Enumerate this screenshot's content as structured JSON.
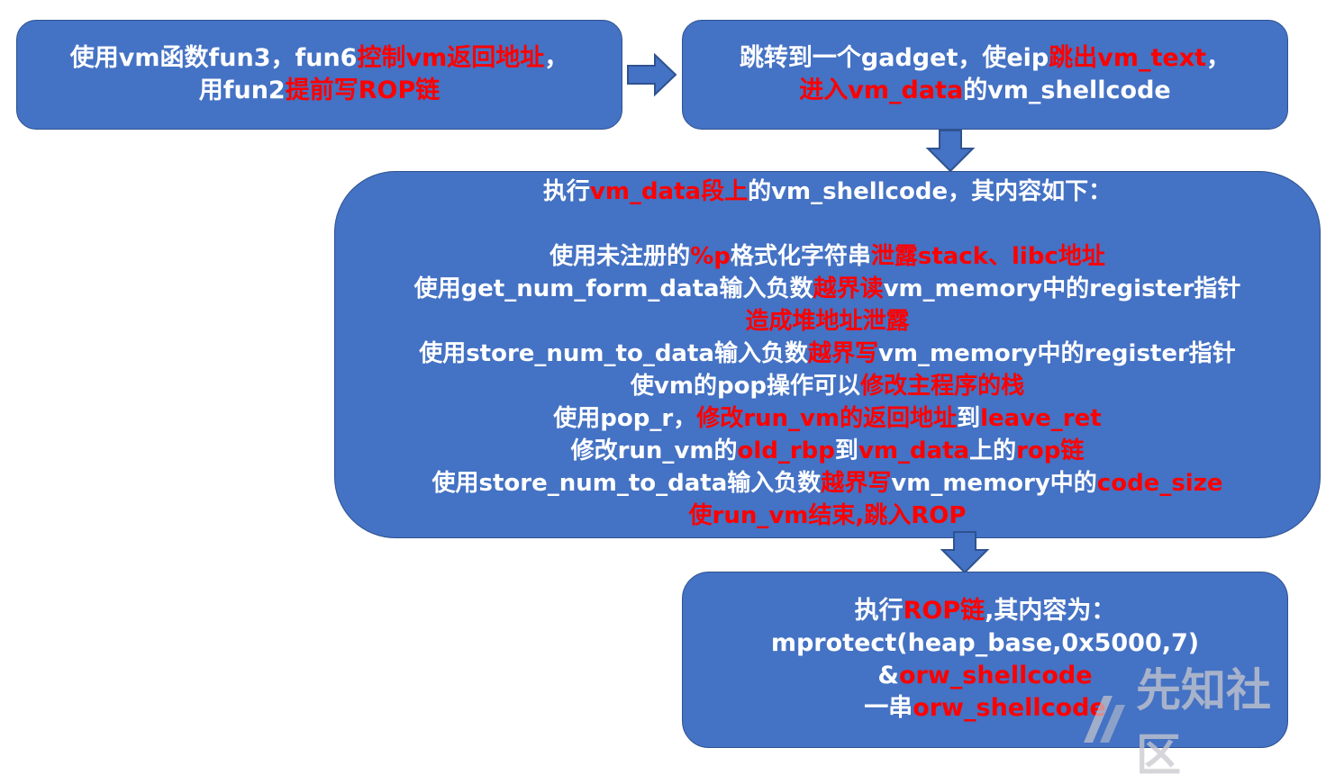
{
  "boxes": [
    {
      "lines": [
        [
          {
            "t": "使用vm函数fun3，fun6",
            "hl": false
          },
          {
            "t": "控制vm返回地址",
            "hl": true
          },
          {
            "t": "，",
            "hl": false
          }
        ],
        [
          {
            "t": "用fun2",
            "hl": false
          },
          {
            "t": "提前写ROP链",
            "hl": true
          }
        ]
      ]
    },
    {
      "lines": [
        [
          {
            "t": "跳转到一个gadget，使eip",
            "hl": false
          },
          {
            "t": "跳出vm_text",
            "hl": true
          },
          {
            "t": "，",
            "hl": false
          }
        ],
        [
          {
            "t": "进入vm_data",
            "hl": true
          },
          {
            "t": "的vm_shellcode",
            "hl": false
          }
        ]
      ]
    },
    {
      "lines": [
        [
          {
            "t": "执行",
            "hl": false
          },
          {
            "t": "vm_data段上",
            "hl": true
          },
          {
            "t": "的vm_shellcode，其内容如下：",
            "hl": false
          }
        ],
        [],
        [
          {
            "t": "使用未注册的",
            "hl": false
          },
          {
            "t": "%p",
            "hl": true
          },
          {
            "t": "格式化字符串",
            "hl": false
          },
          {
            "t": "泄露stack、libc地址",
            "hl": true
          }
        ],
        [
          {
            "t": "使用get_num_form_data输入负数",
            "hl": false
          },
          {
            "t": "越界读",
            "hl": true
          },
          {
            "t": "vm_memory中的register指针",
            "hl": false
          }
        ],
        [
          {
            "t": "造成堆地址泄露",
            "hl": true
          }
        ],
        [
          {
            "t": "使用store_num_to_data输入负数",
            "hl": false
          },
          {
            "t": "越界写",
            "hl": true
          },
          {
            "t": "vm_memory中的register指针",
            "hl": false
          }
        ],
        [
          {
            "t": "使vm的pop操作可以",
            "hl": false
          },
          {
            "t": "修改主程序的栈",
            "hl": true
          }
        ],
        [
          {
            "t": "使用pop_r，",
            "hl": false
          },
          {
            "t": "修改run_vm的返回地址",
            "hl": true
          },
          {
            "t": "到",
            "hl": false
          },
          {
            "t": "leave_ret",
            "hl": true
          }
        ],
        [
          {
            "t": "修改run_vm的",
            "hl": false
          },
          {
            "t": "old_rbp",
            "hl": true
          },
          {
            "t": "到",
            "hl": false
          },
          {
            "t": "vm_data",
            "hl": true
          },
          {
            "t": "上的",
            "hl": false
          },
          {
            "t": "rop链",
            "hl": true
          }
        ],
        [
          {
            "t": "使用store_num_to_data输入负数",
            "hl": false
          },
          {
            "t": "越界写",
            "hl": true
          },
          {
            "t": "vm_memory中的",
            "hl": false
          },
          {
            "t": "code_size",
            "hl": true
          }
        ],
        [
          {
            "t": "使run_vm结束,跳入ROP",
            "hl": true
          }
        ]
      ]
    },
    {
      "lines": [
        [
          {
            "t": "执行",
            "hl": false
          },
          {
            "t": "ROP链",
            "hl": true
          },
          {
            "t": ",其内容为：",
            "hl": false
          }
        ],
        [
          {
            "t": "mprotect(heap_base,0x5000,7)",
            "hl": false
          }
        ],
        [
          {
            "t": "&",
            "hl": false
          },
          {
            "t": "orw_shellcode",
            "hl": true
          }
        ],
        [
          {
            "t": "一串",
            "hl": false
          },
          {
            "t": "orw_shellcode",
            "hl": true
          }
        ]
      ]
    }
  ],
  "watermark": {
    "text": "先知社区",
    "icon": "xianzhi-logo-icon"
  },
  "colors": {
    "box_fill": "#4472c4",
    "box_border": "#2f528f",
    "highlight": "#ff0000",
    "text": "#ffffff"
  }
}
